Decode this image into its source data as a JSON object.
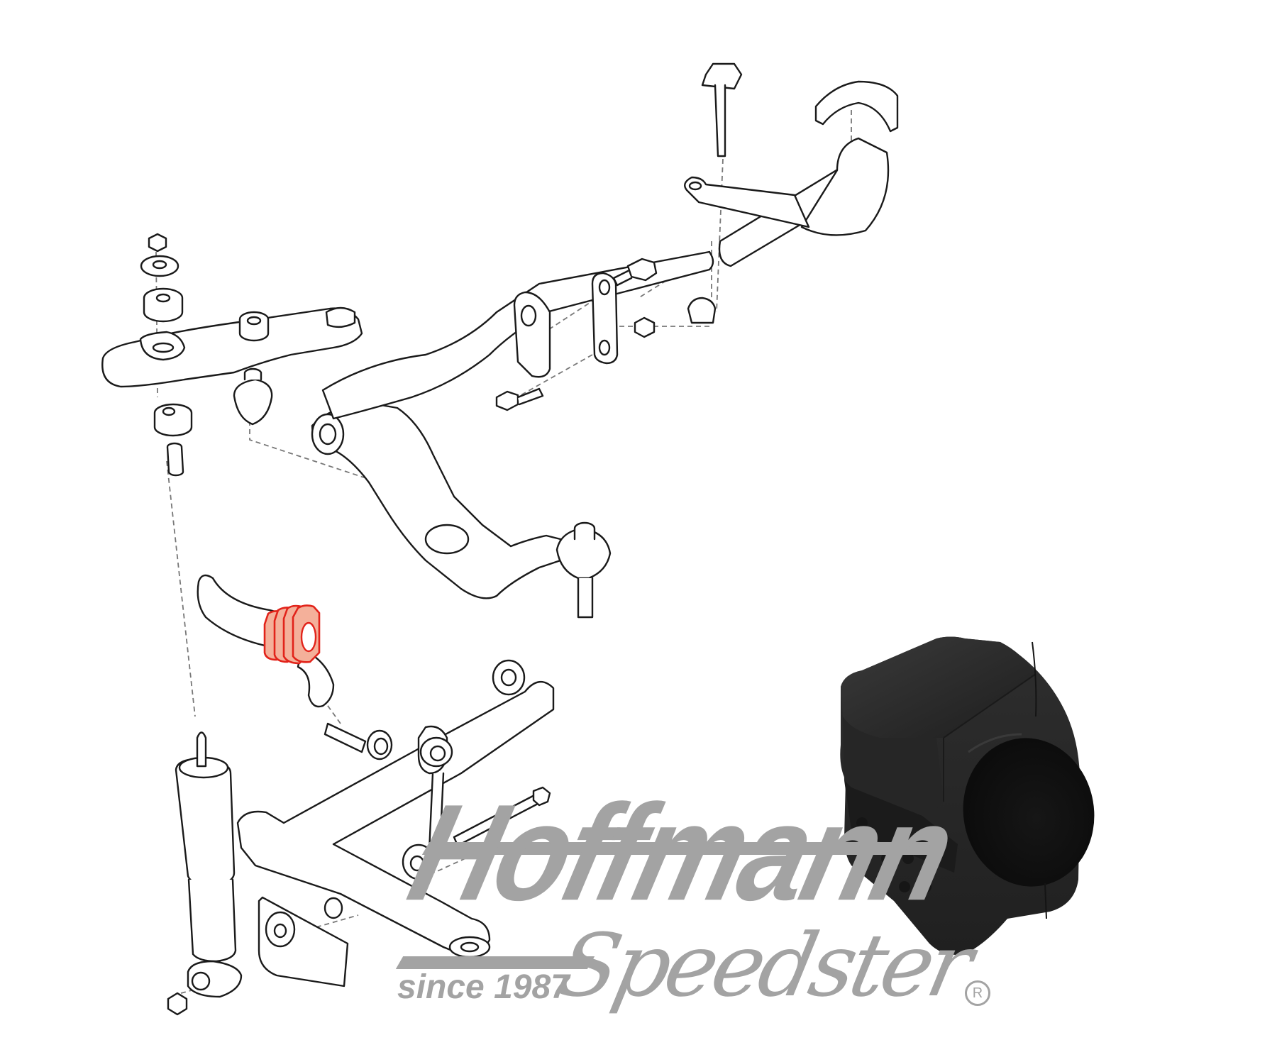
{
  "image": {
    "description": "Exploded parts diagram of front suspension with highlighted anti-roll bar bushing and product photo",
    "highlight_color": "#f4b09a",
    "highlight_stroke": "#e2231a",
    "line_color": "#1a1a1a",
    "background": "#ffffff"
  },
  "diagram": {
    "highlighted_part": "stabilizer-bar-bushing",
    "parts": [
      "strut-mount-nut",
      "strut-mount-washer",
      "strut-mount-upper-bushing",
      "strut-mount-plate",
      "strut-mount-lower-bushing",
      "strut-mount-sleeve",
      "bump-stop",
      "upper-control-arm",
      "ball-joint",
      "anti-roll-bar",
      "anti-roll-bar-link",
      "anti-roll-bar-clamp-bolt",
      "anti-roll-bar-end-cap",
      "anti-roll-bar-bushing",
      "lower-control-arm",
      "shock-absorber",
      "sway-bar-end-link",
      "mounting-bolt",
      "mounting-nut",
      "frame-bracket"
    ]
  },
  "product_photo": {
    "subject": "black rubber anti-roll bar bushing",
    "base_color": "#2a2a2a"
  },
  "logo": {
    "brand": "Hoffmann",
    "subbrand": "Speedster",
    "since": "since 1987",
    "registered_mark": "R",
    "color": "#a3a3a3"
  }
}
